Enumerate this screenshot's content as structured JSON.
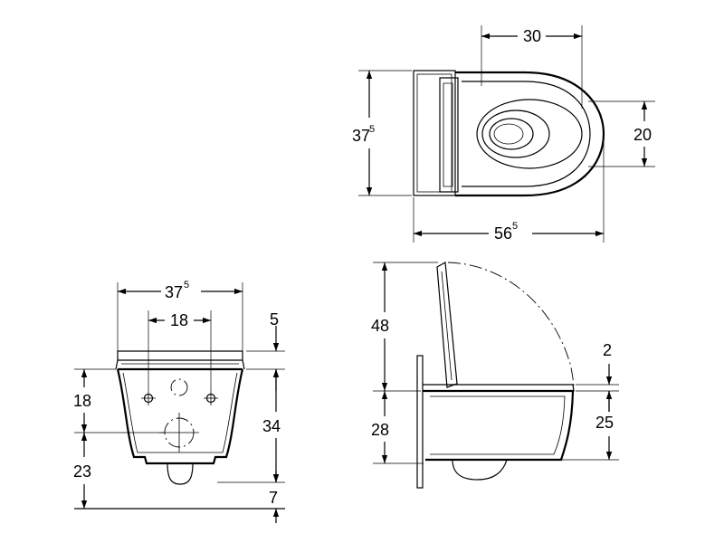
{
  "views": {
    "top": {
      "width_main": "30",
      "depth_base": "37",
      "depth_sup": "5",
      "bowl_dim": "20",
      "length_base": "56",
      "length_sup": "5"
    },
    "front": {
      "width_base": "37",
      "width_sup": "5",
      "bolt_spacing": "18",
      "top_offset": "5",
      "height_bolts": "18",
      "height_bowl": "34",
      "height_outlet": "23",
      "height_floor": "7"
    },
    "side": {
      "lid_height": "48",
      "seat_gap": "2",
      "mount_height": "28",
      "bowl_height": "25"
    }
  },
  "colors": {
    "line": "#000000",
    "background": "#ffffff"
  }
}
